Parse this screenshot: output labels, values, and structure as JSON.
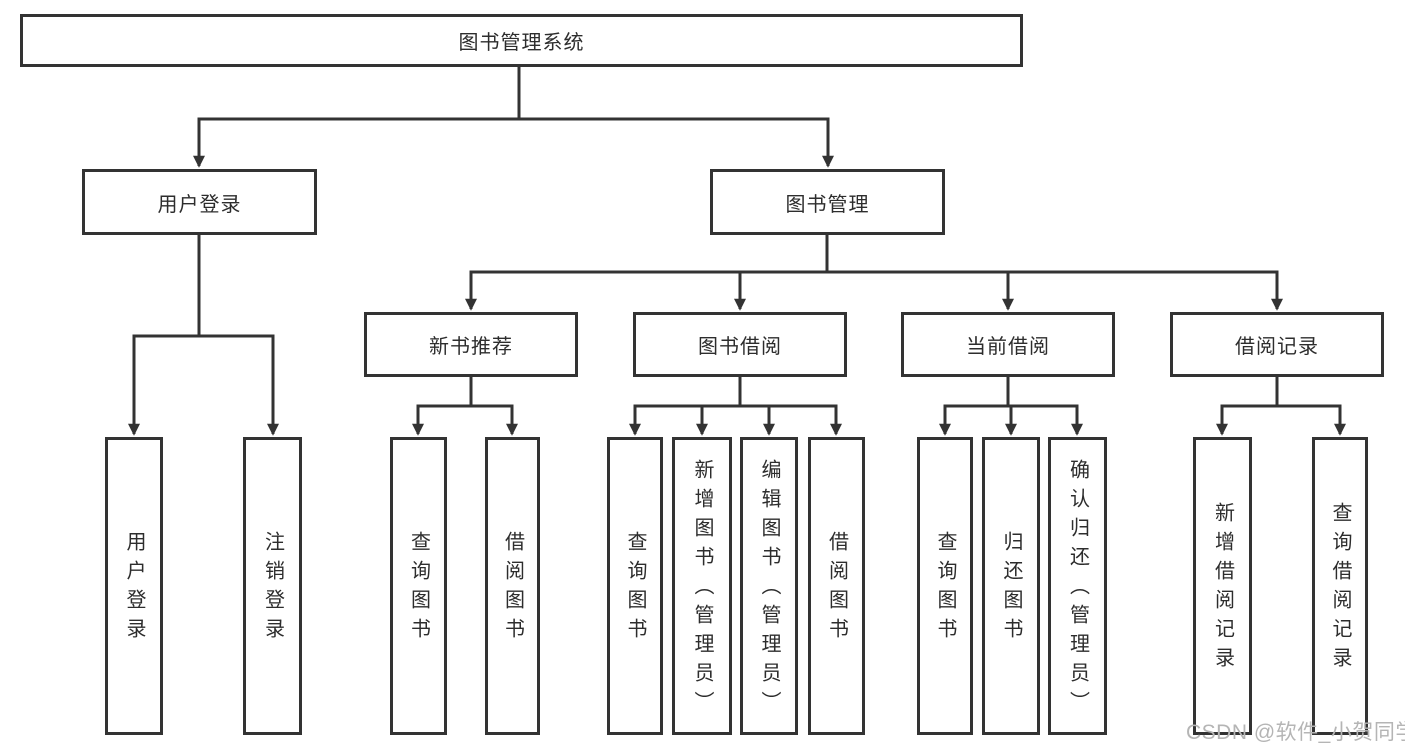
{
  "tree": {
    "root": {
      "label": "图书管理系统"
    },
    "level2": [
      {
        "label": "用户登录",
        "children": [
          {
            "label": "用户登录"
          },
          {
            "label": "注销登录"
          }
        ]
      },
      {
        "label": "图书管理",
        "children": [
          {
            "label": "新书推荐",
            "children": [
              {
                "label": "查询图书"
              },
              {
                "label": "借阅图书"
              }
            ]
          },
          {
            "label": "图书借阅",
            "children": [
              {
                "label": "查询图书"
              },
              {
                "label": "新增图书（管理员）"
              },
              {
                "label": "编辑图书（管理员）"
              },
              {
                "label": "借阅图书"
              }
            ]
          },
          {
            "label": "当前借阅",
            "children": [
              {
                "label": "查询图书"
              },
              {
                "label": "归还图书"
              },
              {
                "label": "确认归还（管理员）"
              }
            ]
          },
          {
            "label": "借阅记录",
            "children": [
              {
                "label": "新增借阅记录"
              },
              {
                "label": "查询借阅记录"
              }
            ]
          }
        ]
      }
    ]
  },
  "watermark": {
    "text": "CSDN @软件_小贺同学"
  },
  "colors": {
    "line": "#333333",
    "box_border": "#333333",
    "box_fill": "#ffffff",
    "text": "#2d2d2d",
    "watermark": "#b5b5b5",
    "background": "#ffffff"
  }
}
